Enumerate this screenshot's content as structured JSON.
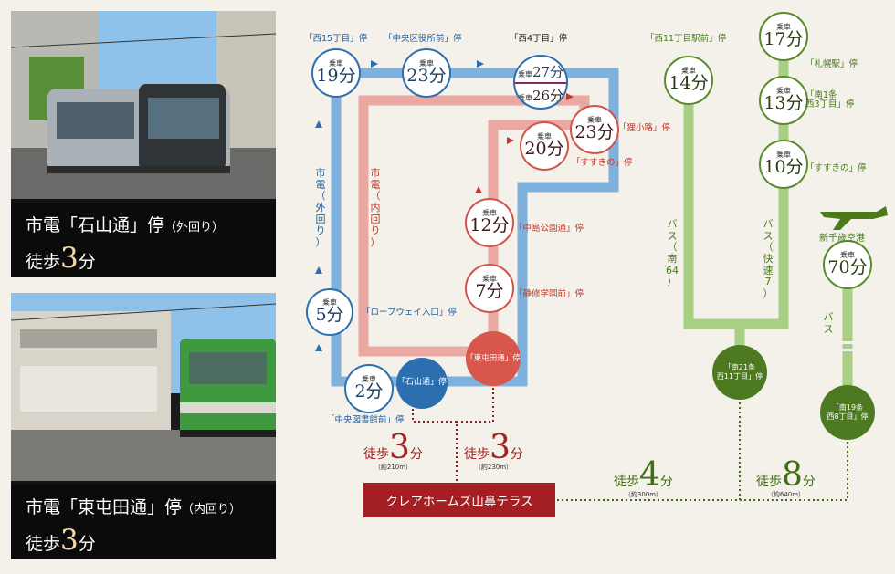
{
  "photos": [
    {
      "line": "市電",
      "stop": "「石山通」停",
      "direction": "（外回り）",
      "walk_text": "徒歩",
      "walk_num": "3",
      "walk_unit": "分"
    },
    {
      "line": "市電",
      "stop": "「東屯田通」停",
      "direction": "（内回り）",
      "walk_text": "徒歩",
      "walk_num": "3",
      "walk_unit": "分"
    }
  ],
  "ride_label": "乗車",
  "nodes": {
    "n19": {
      "min": "19分"
    },
    "n23a": {
      "min": "23分"
    },
    "n27": {
      "min": "27分"
    },
    "n26": {
      "min": "26分"
    },
    "n23b": {
      "min": "23分"
    },
    "n20": {
      "min": "20分"
    },
    "n12": {
      "min": "12分"
    },
    "n7": {
      "min": "7分"
    },
    "n5": {
      "min": "5分"
    },
    "n2": {
      "min": "2分"
    },
    "n14": {
      "min": "14分"
    },
    "n17": {
      "min": "17分"
    },
    "n13": {
      "min": "13分"
    },
    "n10": {
      "min": "10分"
    },
    "n70": {
      "min": "70分"
    }
  },
  "stop_labels": {
    "nishi15": "「西15丁目」停",
    "chuoku": "「中央区役所前」停",
    "nishi4": "「西4丁目」停",
    "tanuki": "「狸小路」停",
    "susukino_tram": "「すすきの」停",
    "nakajima": "「中島公園通」停",
    "seishu": "「静修学園前」停",
    "ropeway": "「ロープウェイ入口」停",
    "ishiyama": "「石山通」停",
    "higashi": "「東屯田通」停",
    "toshokan": "「中央図書館前」停",
    "nishi11eki": "「西11丁目駅前」停",
    "sapporo": "「札幌駅」停",
    "minami1": "「南1条\n西3丁目」停",
    "susukino_bus": "「すすきの」停",
    "minami21": "「南21条\n西11丁目」停",
    "minami19": "「南19条\n西8丁目」停",
    "airport": "新千歳空港"
  },
  "route_labels": {
    "outer": "市\n電\n（\n外\n回\nり\n）",
    "inner": "市\n電\n（\n内\n回\nり\n）",
    "bus64": "バ\nス\n（\n南\n64\n）",
    "busrapid": "バ\nス\n（\n快\n速\n7\n）",
    "bus": "バ\nス"
  },
  "walks": [
    {
      "text": "徒歩",
      "num": "3",
      "unit": "分",
      "dist": "（約210m）"
    },
    {
      "text": "徒歩",
      "num": "3",
      "unit": "分",
      "dist": "（約230m）"
    },
    {
      "text": "徒歩",
      "num": "4",
      "unit": "分",
      "dist": "（約300m）"
    },
    {
      "text": "徒歩",
      "num": "8",
      "unit": "分",
      "dist": "（約640m）"
    }
  ],
  "destination": "クレアホームズ山鼻テラス",
  "colors": {
    "tram_outer": "#7fb1dc",
    "tram_inner": "#eba7a1",
    "bus": "#a9cf84",
    "blue_text": "#1f5f9d",
    "red_text": "#c0392b",
    "green_text": "#4b7a1c",
    "destination_bg": "#a31f24"
  }
}
